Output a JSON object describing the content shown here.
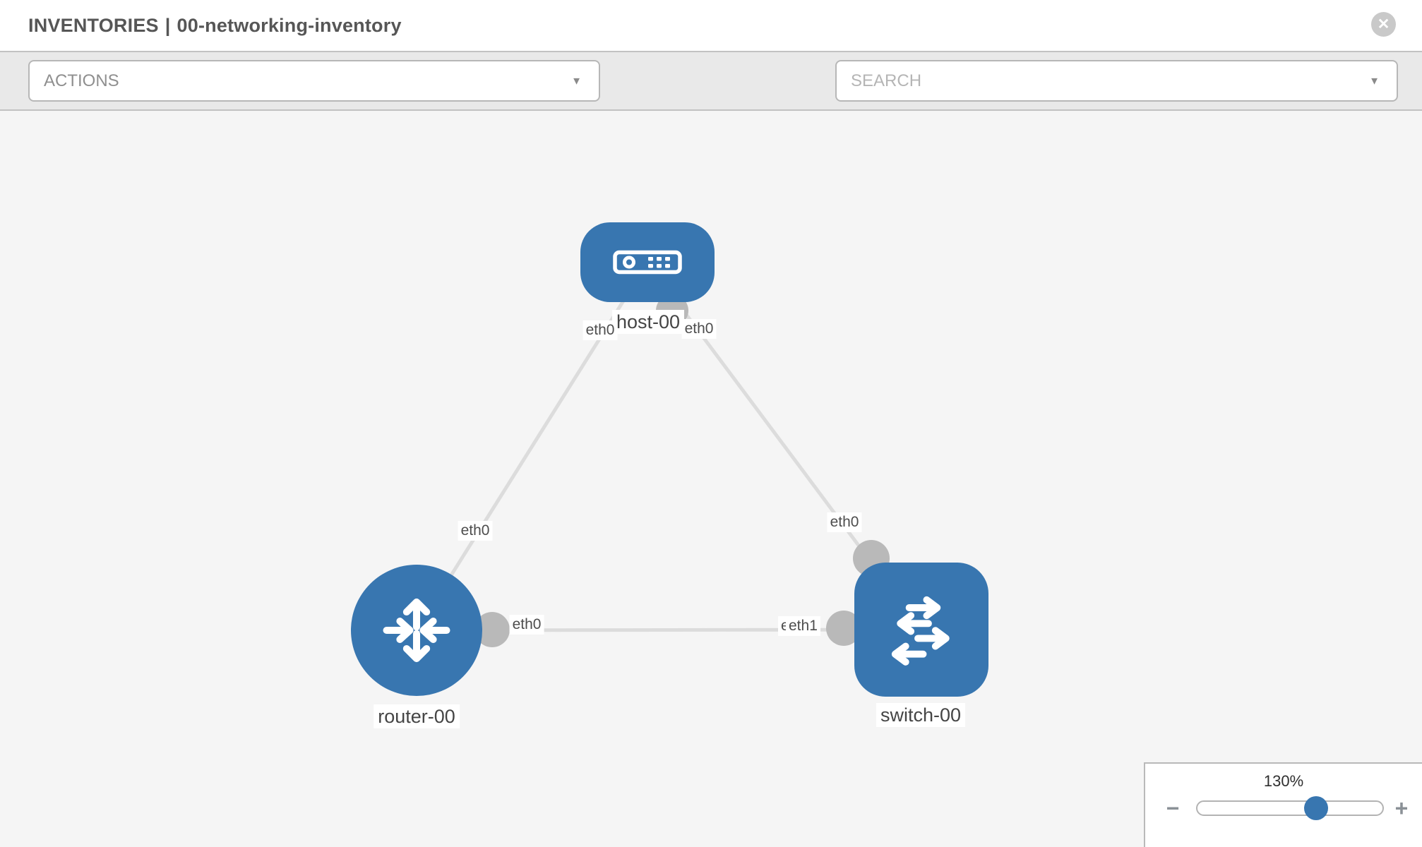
{
  "header": {
    "breadcrumb": "INVENTORIES",
    "separator": "|",
    "inventory_name": "00-networking-inventory"
  },
  "icons": {
    "close_glyph": "✕",
    "caret_glyph": "▼",
    "toolbar_icons": [
      "wrench-icon",
      "key-icon"
    ]
  },
  "toolbar": {
    "actions_label": "ACTIONS",
    "search_label": "SEARCH"
  },
  "topology": {
    "nodes": [
      {
        "id": "host-00",
        "type": "host",
        "label": "host-00"
      },
      {
        "id": "router-00",
        "type": "router",
        "label": "router-00"
      },
      {
        "id": "switch-00",
        "type": "switch",
        "label": "switch-00"
      }
    ],
    "links": [
      {
        "source": "host-00",
        "target": "router-00",
        "source_interface": "eth0",
        "target_interface": "eth0"
      },
      {
        "source": "host-00",
        "target": "switch-00",
        "source_interface": "eth0",
        "target_interface": "eth0"
      },
      {
        "source": "router-00",
        "target": "switch-00",
        "source_interface": "eth0",
        "target_interface": "eth1"
      }
    ],
    "labels": {
      "host": "host-00",
      "router": "router-00",
      "switch": "switch-00",
      "host_left": "eth0",
      "host_right": "eth0",
      "link_left_mid": "eth0",
      "link_right_mid": "eth0",
      "router_port": "eth0",
      "switch_port_back": "eth0",
      "switch_port_front": "eth1"
    }
  },
  "zoom": {
    "value": "130%",
    "minus_glyph": "−",
    "plus_glyph": "+"
  },
  "colors": {
    "node_blue": "#3876b0",
    "link_gray": "#dcdcdc",
    "port_gray": "#b9b9b9",
    "toolbar_bg": "#e9e9e9",
    "canvas_bg": "#f5f5f5"
  }
}
